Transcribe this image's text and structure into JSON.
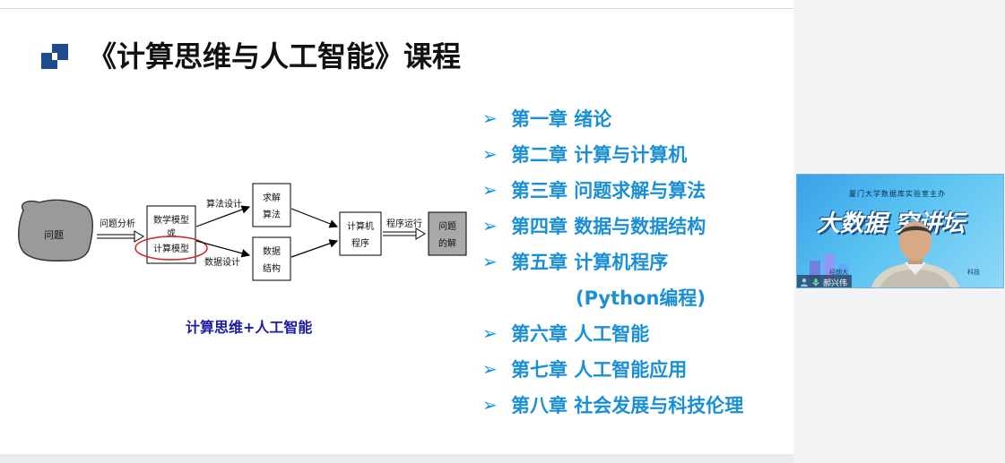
{
  "slide": {
    "title": "《计算思维与人工智能》课程",
    "diagram": {
      "problem": "问题",
      "analyze": "问题分析",
      "model_top": "数学模型",
      "model_or": "或",
      "model_bottom": "计算模型",
      "algo_design": "算法设计",
      "data_design": "数据设计",
      "solve_1": "求解",
      "solve_2": "算法",
      "data_1": "数据",
      "data_2": "结构",
      "program_1": "计算机",
      "program_2": "程序",
      "run": "程序运行",
      "result_1": "问题",
      "result_2": "的解"
    },
    "caption": "计算思维+人工智能",
    "chapters": [
      "第一章 绪论",
      "第二章 计算与计算机",
      "第三章 问题求解与算法",
      "第四章 数据与数据结构",
      "第五章 计算机程序",
      "(Python编程)",
      "第六章 人工智能",
      "第七章 人工智能应用",
      "第八章  社会发展与科技伦理"
    ],
    "chevron": "➢"
  },
  "video": {
    "top_text": "厦门大学数据库实验室主办",
    "banner": "大数据  究讲坛",
    "bottom_left": "经朗大",
    "bottom_right": "科技",
    "speaker_name": "郝兴伟"
  },
  "colors": {
    "accent": "#1a8fd6",
    "caption": "#1a1aa8",
    "logo": "#1e4a8f"
  }
}
